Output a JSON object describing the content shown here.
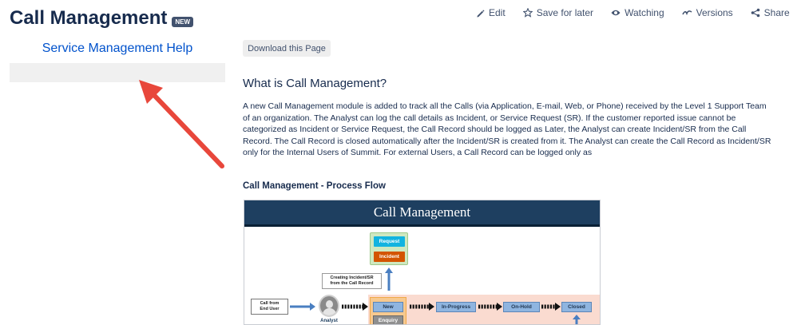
{
  "page": {
    "title": "Call Management",
    "badge": "NEW"
  },
  "toolbar": {
    "edit": "Edit",
    "save_for_later": "Save for later",
    "watching": "Watching",
    "versions": "Versions",
    "share": "Share",
    "more": "•••"
  },
  "sidebar": {
    "title": "Service Management Help"
  },
  "content": {
    "download_button": "Download this Page",
    "heading": "What is Call Management?",
    "paragraph": "A new Call Management module is added to track all the Calls (via Application, E-mail, Web, or Phone) received by the Level 1 Support Team of an organization. The Analyst can log the call details as Incident, or Service Request (SR). If the customer reported issue cannot be categorized as Incident or Service Request, the Call Record should be logged as Later, the Analyst can create Incident/SR from the Call Record. The Call Record is closed automatically after the Incident/SR is created from it. The Analyst can create the Call Record as Incident/SR only for the Internal Users of Summit. For external Users, a Call Record can be logged only as",
    "subheading": "Call Management - Process Flow"
  },
  "diagram": {
    "title": "Call Management",
    "request": "Request",
    "incident": "Incident",
    "note_line1": "Creating Incident/SR",
    "note_line2": "from the Call Record",
    "caller_line1": "Call from",
    "caller_line2": "End User",
    "analyst": "Analyst",
    "states": {
      "new": "New",
      "enquiry": "Enquiry",
      "in_progress": "In-Progress",
      "on_hold": "On-Hold",
      "closed": "Closed"
    }
  },
  "colors": {
    "annotation_arrow": "#e8473b",
    "link": "#0052cc",
    "diagram_header": "#1e3f60"
  }
}
